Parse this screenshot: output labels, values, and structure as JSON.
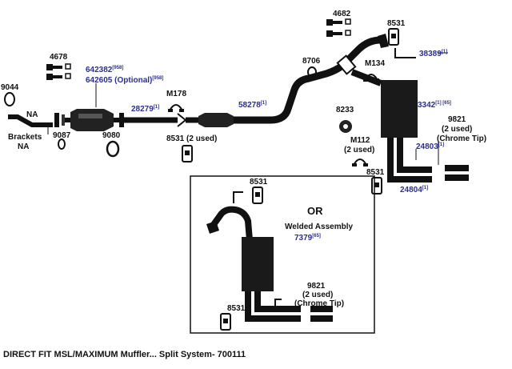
{
  "caption": "DIRECT FIT MSL/MAXIMUM Muffler... Split System- 700111",
  "labels": {
    "p9044": "9044",
    "na": "NA",
    "brackets": "Brackets",
    "brackets_na": "NA",
    "p4678": "4678",
    "p642382": "642382",
    "p642382_sup": "[958]",
    "p642605": "642605 (Optional)",
    "p642605_sup": "[958]",
    "p9087": "9087",
    "p9080": "9080",
    "m178": "M178",
    "p28279": "28279",
    "p28279_sup": "[1]",
    "p8531_2used": "8531 (2 used)",
    "p58278": "58278",
    "p58278_sup": "[1]",
    "p8706": "8706",
    "p4682": "4682",
    "p8531_top": "8531",
    "p38389": "38389",
    "p38389_sup": "[1]",
    "m134": "M134",
    "p8233": "8233",
    "p3342": "3342",
    "p3342_sup": "[1] [65]",
    "m112": "M112",
    "m112_used": "(2 used)",
    "p9821": "9821",
    "p9821_used": "(2 used)",
    "p9821_tip": "(Chrome Tip)",
    "p24803": "24803",
    "p24803_sup": "[1]",
    "p8531_right": "8531",
    "p24804": "24804",
    "p24804_sup": "[1]"
  },
  "inset": {
    "p8531_top": "8531",
    "or": "OR",
    "welded": "Welded Assembly",
    "p7379": "7379",
    "p7379_sup": "[65]",
    "p9821": "9821",
    "p9821_used": "(2 used)",
    "p9821_tip": "(Chrome Tip)",
    "p8531_bottom": "8531"
  },
  "colors": {
    "ink": "#111111",
    "part_number": "#2b2f8f",
    "pipe": "#0d0d0d"
  }
}
